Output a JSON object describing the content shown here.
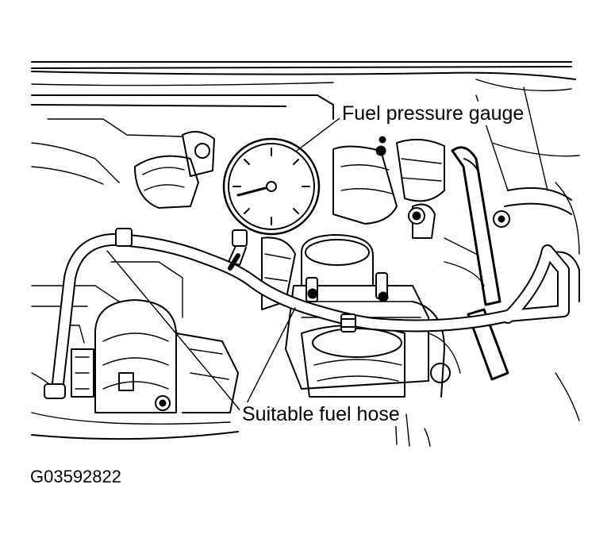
{
  "callouts": {
    "fuel_pressure_gauge": "Fuel pressure gauge",
    "suitable_fuel_hose": "Suitable fuel hose"
  },
  "figure_id": "G03592822"
}
